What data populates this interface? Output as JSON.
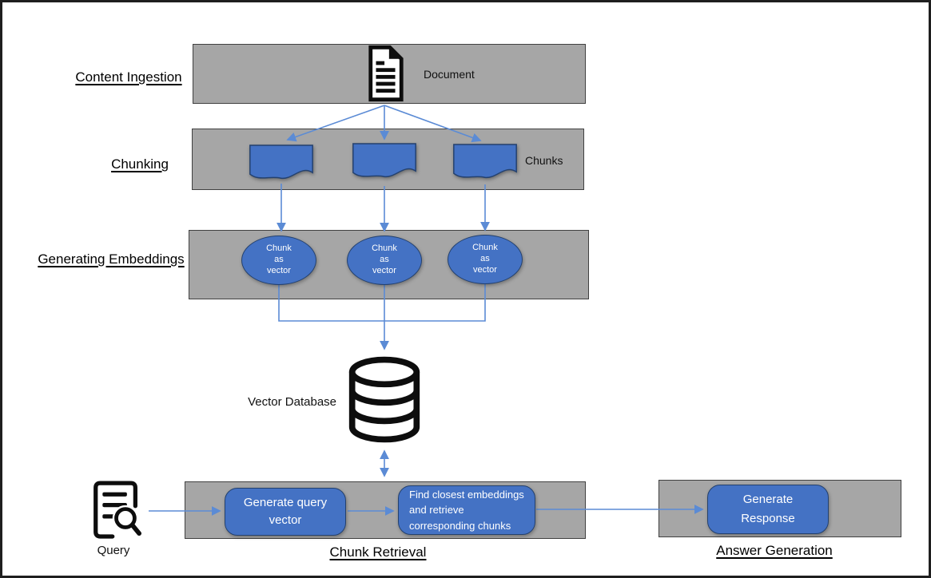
{
  "colors": {
    "background": "#ffffff",
    "frame_border": "#1f1f1f",
    "stage_box_fill": "#a6a6a6",
    "stage_box_border": "#404040",
    "shape_fill": "#4472c4",
    "shape_border": "#24416e",
    "connector": "#5b8bd5",
    "icon_black": "#0d0d0d",
    "shape_text": "#ffffff",
    "label_text": "#000000"
  },
  "stage_labels": {
    "content_ingestion": "Content Ingestion",
    "chunking": "Chunking",
    "generating_embeddings": "Generating Embeddings",
    "chunk_retrieval": "Chunk Retrieval",
    "answer_generation": "Answer Generation"
  },
  "nodes": {
    "document_label": "Document",
    "chunks_label": "Chunks",
    "embedding_items": [
      {
        "label": "Chunk\nas\nvector"
      },
      {
        "label": "Chunk\nas\nvector"
      },
      {
        "label": "Chunk\nas\nvector"
      }
    ],
    "vector_database_label": "Vector Database",
    "query_label": "Query",
    "generate_query_vector_label": "Generate query\nvector",
    "find_closest_label": "Find closest embeddings\nand retrieve\ncorresponding chunks",
    "generate_response_label": "Generate\nResponse"
  },
  "icons": {
    "document": "document-icon",
    "vector_database": "database-icon",
    "query": "query-search-icon"
  }
}
